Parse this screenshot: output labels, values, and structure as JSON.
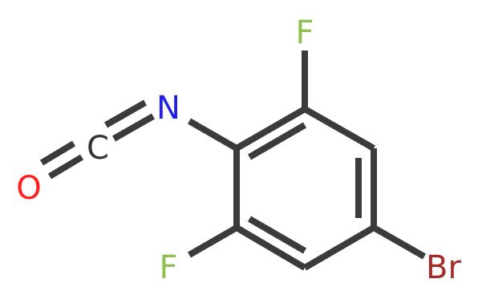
{
  "molecule": {
    "atoms": {
      "fluorine_top": {
        "symbol": "F",
        "color": "#8fbf4f"
      },
      "fluorine_bottom": {
        "symbol": "F",
        "color": "#8fbf4f"
      },
      "bromine": {
        "symbol": "Br",
        "color": "#a52a2a"
      },
      "nitrogen": {
        "symbol": "N",
        "color": "#1f1fe6"
      },
      "carbon_isocyanate": {
        "symbol": "C",
        "color": "#333333"
      },
      "oxygen": {
        "symbol": "O",
        "color": "#ff1f1f"
      }
    },
    "bond_color": "#3b3b3b"
  }
}
